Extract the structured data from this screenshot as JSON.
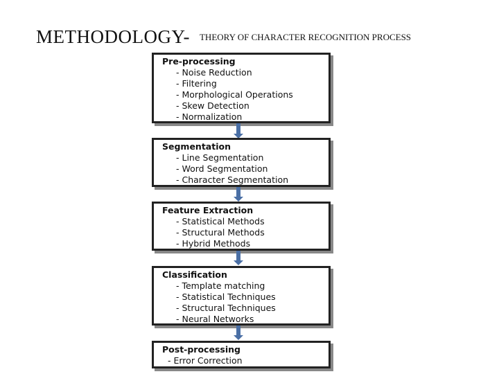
{
  "heading": {
    "main": "METHODOLOGY-",
    "sub": "THEORY OF CHARACTER RECOGNITION PROCESS"
  },
  "stages": [
    {
      "title": "Pre-processing",
      "items": [
        "Noise Reduction",
        "Filtering",
        "Morphological Operations",
        "Skew Detection",
        "Normalization"
      ]
    },
    {
      "title": "Segmentation",
      "items": [
        "Line Segmentation",
        "Word Segmentation",
        "Character Segmentation"
      ]
    },
    {
      "title": "Feature Extraction",
      "items": [
        "Statistical Methods",
        "Structural Methods",
        "Hybrid Methods"
      ]
    },
    {
      "title": "Classification",
      "items": [
        "Template matching",
        "Statistical Techniques",
        "Structural Techniques",
        "Neural Networks"
      ]
    },
    {
      "title": "Post-processing",
      "items": [
        "Error Correction"
      ]
    }
  ],
  "colors": {
    "arrow": "#4a6fa5",
    "box_border": "#222222"
  }
}
